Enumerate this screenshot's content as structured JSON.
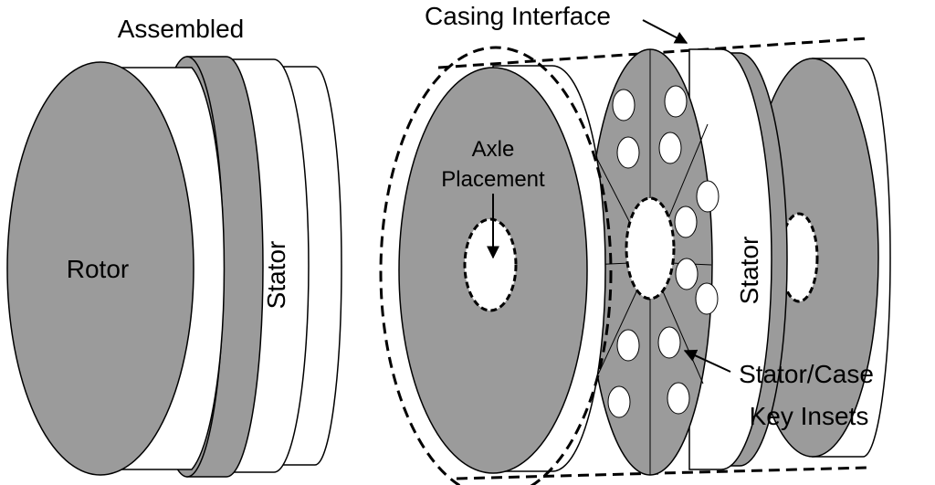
{
  "labels": {
    "assembled": "Assembled",
    "rotor": "Rotor",
    "stator_left": "Stator",
    "casing_interface": "Casing Interface",
    "axle_line1": "Axle",
    "axle_line2": "Placement",
    "stator_right": "Stator",
    "key_insets_line1": "Stator/Case",
    "key_insets_line2": "Key Insets"
  },
  "colors": {
    "disc_face": "#9b9b9b",
    "disc_rim": "#ffffff",
    "outline": "#000000"
  }
}
